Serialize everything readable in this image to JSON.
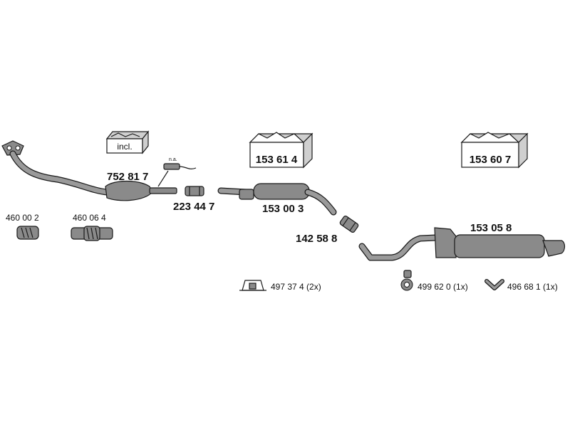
{
  "parts": {
    "kit_incl_label": "incl.",
    "na_label": "n.a.",
    "front_pipe_cat": "752 81 7",
    "clamp_sleeve": "223 44 7",
    "connector_1": "460 00 2",
    "connector_2": "460 06 4",
    "middle_kit_box": "153 61 4",
    "middle_silencer": "153 00 3",
    "middle_clamp": "142 58 8",
    "rear_kit_box": "153 60 7",
    "rear_silencer": "153 05 8",
    "rubber_mount": "497 37 4 (2x)",
    "rubber_ring": "499 62 0  (1x)",
    "hanger": "496 68 1 (1x)"
  }
}
